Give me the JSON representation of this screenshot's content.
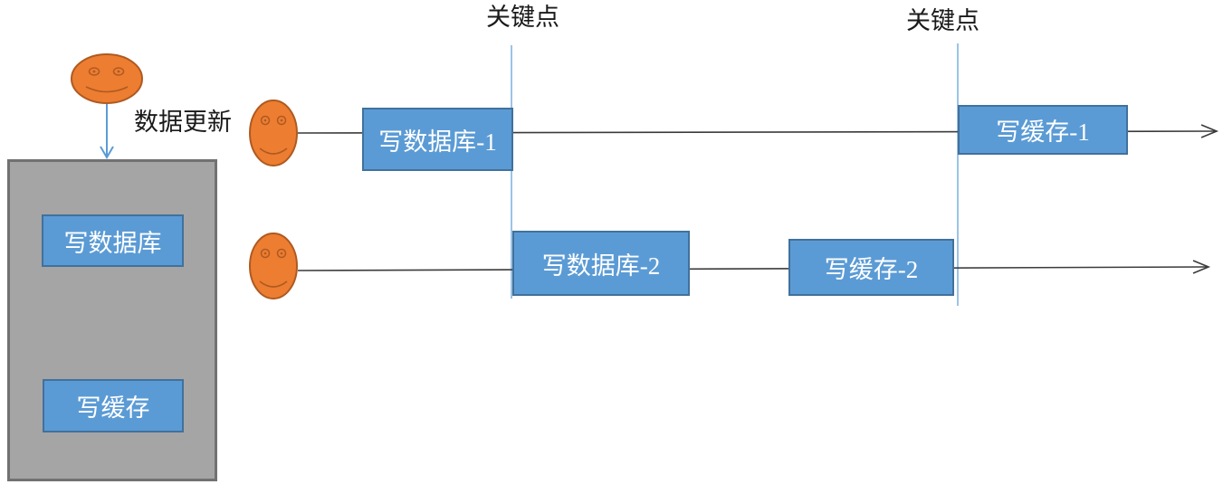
{
  "legend": {
    "update_label": "数据更新",
    "write_db_label": "写数据库",
    "write_cache_label": "写缓存"
  },
  "keypoints": {
    "first": "关键点",
    "second": "关键点"
  },
  "timeline1": {
    "box1": "写数据库-1",
    "box2": "写缓存-1"
  },
  "timeline2": {
    "box1": "写数据库-2",
    "box2": "写缓存-2"
  },
  "colors": {
    "process_box_fill": "#5B9BD5",
    "process_box_border": "#41719C",
    "panel_fill": "#A5A5A5",
    "panel_border": "#717171",
    "actor_fill": "#ED7D31",
    "actor_stroke": "#AE5A21",
    "keypoint_line": "#9DC3E6",
    "timeline_line": "#3B3B3B",
    "down_arrow": "#5B9BD5",
    "box_text": "#FFFFFF",
    "label_text": "#1A1A1A"
  }
}
